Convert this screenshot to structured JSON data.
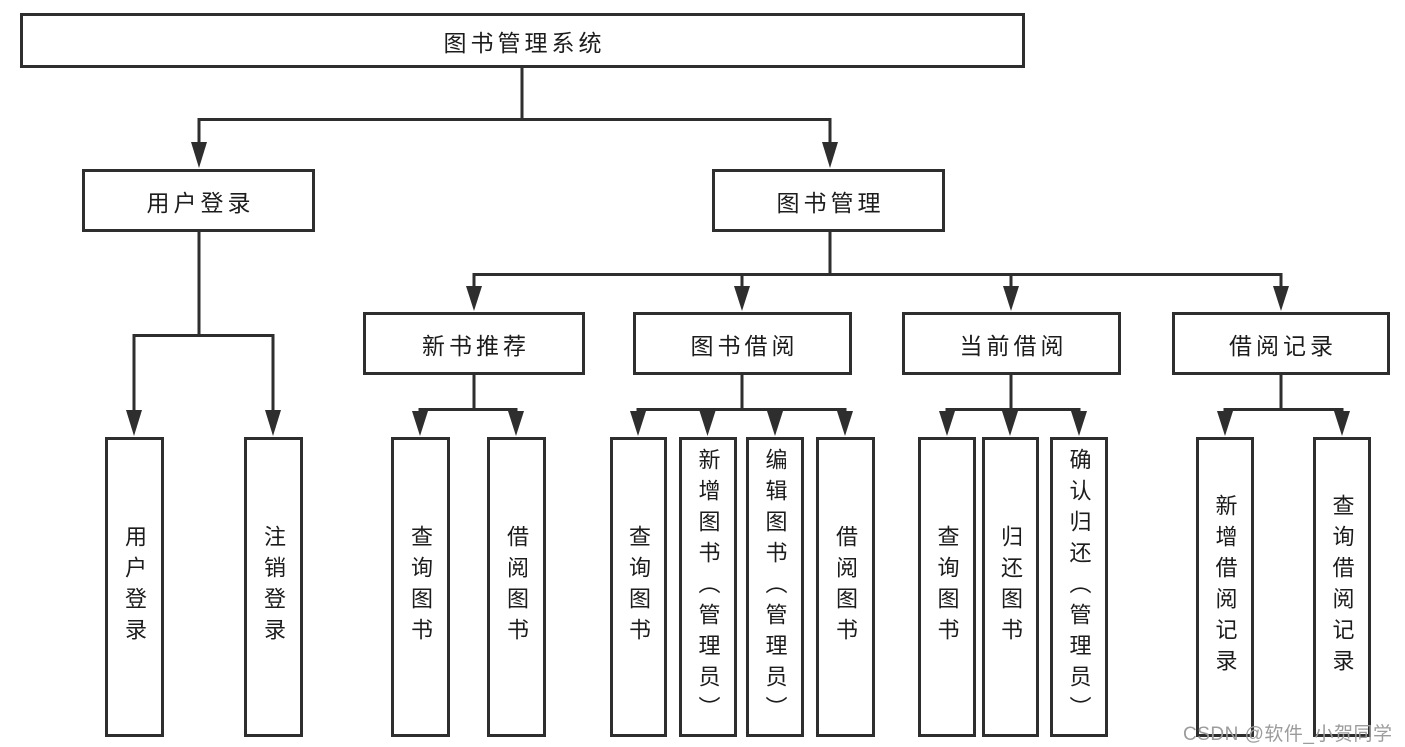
{
  "diagram": {
    "title": "图书管理系统",
    "branches": [
      {
        "label": "用户登录",
        "children": [
          {
            "label": "用户登录"
          },
          {
            "label": "注销登录"
          }
        ]
      },
      {
        "label": "图书管理",
        "children": [
          {
            "label": "新书推荐",
            "children": [
              {
                "label": "查询图书"
              },
              {
                "label": "借阅图书"
              }
            ]
          },
          {
            "label": "图书借阅",
            "children": [
              {
                "label": "查询图书"
              },
              {
                "label": "新增图书（管理员）"
              },
              {
                "label": "编辑图书（管理员）"
              },
              {
                "label": "借阅图书"
              }
            ]
          },
          {
            "label": "当前借阅",
            "children": [
              {
                "label": "查询图书"
              },
              {
                "label": "归还图书"
              },
              {
                "label": "确认归还（管理员）"
              }
            ]
          },
          {
            "label": "借阅记录",
            "children": [
              {
                "label": "新增借阅记录"
              },
              {
                "label": "查询借阅记录"
              }
            ]
          }
        ]
      }
    ]
  },
  "watermark": "CSDN @软件_小贺同学",
  "colors": {
    "line": "#2e2e2e",
    "text": "#1c1c1c",
    "watermark": "#9c9c9c",
    "background": "#ffffff"
  }
}
